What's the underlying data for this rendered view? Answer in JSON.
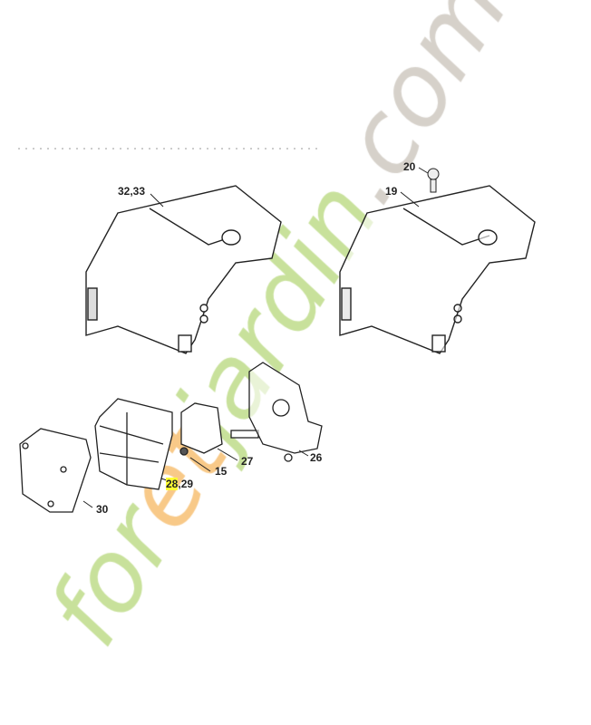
{
  "callouts": [
    {
      "id": "32,33"
    },
    {
      "id": "20"
    },
    {
      "id": "19"
    },
    {
      "id": "15"
    },
    {
      "id": "27"
    },
    {
      "id": "26"
    },
    {
      "id": "28",
      "highlighted": true,
      "highlight_color": "#ffff33"
    },
    {
      "id": ",29"
    },
    {
      "id": "30"
    }
  ],
  "watermark": {
    "text": "foretjardin.com",
    "colors": [
      "#b5d77a",
      "#f5b760",
      "#c8c2b8"
    ]
  }
}
